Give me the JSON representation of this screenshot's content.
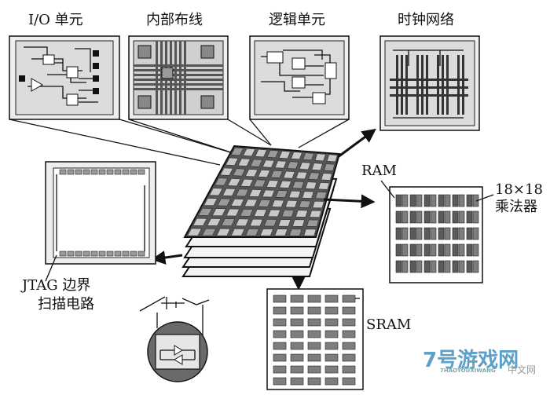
{
  "labels": {
    "io_unit": "I/O 单元",
    "routing": "内部布线",
    "logic_unit": "逻辑单元",
    "clock_network": "时钟网络",
    "ram": "RAM",
    "multiplier_line1": "18×18",
    "multiplier_line2": "乘法器",
    "jtag_line1": "JTAG 边界",
    "jtag_line2": "扫描电路",
    "sram": "SRAM"
  },
  "watermark": {
    "brand": "7号游戏网",
    "sub": "7HAOYOUXIWANG",
    "cn": "中文网"
  },
  "colors": {
    "panel": "#eeeeee",
    "ink": "#111111",
    "chip": "#6e6e6e",
    "block": "#7d7d7d",
    "watermark": "#5aa0c8"
  }
}
